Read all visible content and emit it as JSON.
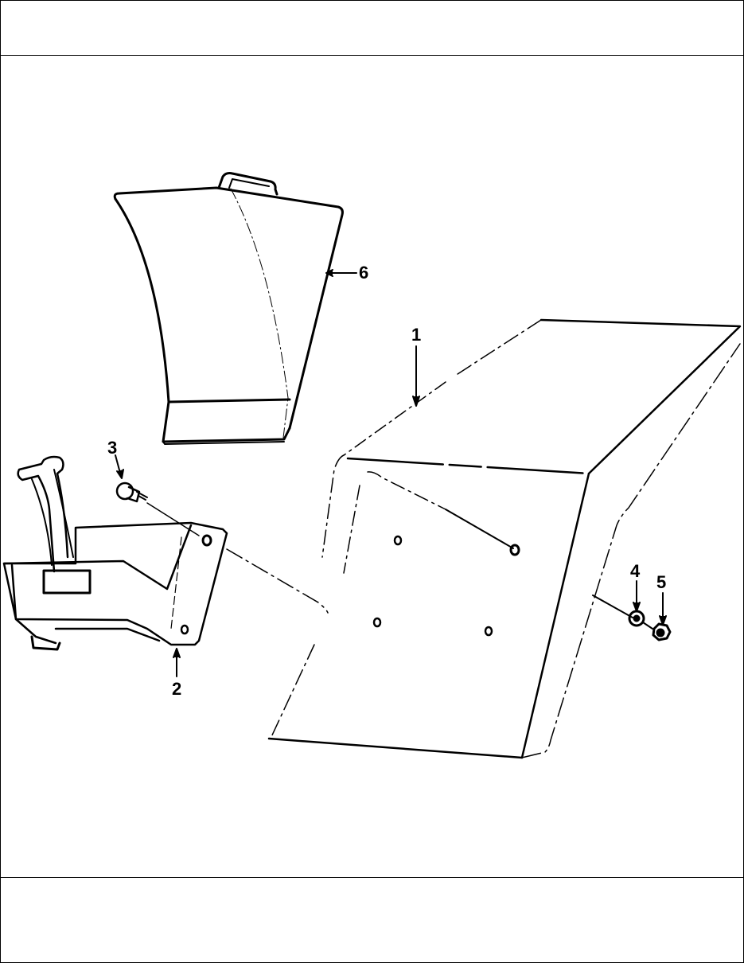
{
  "page": {
    "header": {
      "text": ""
    },
    "footer": {
      "text": ""
    }
  },
  "figure": {
    "type": "exploded-parts-diagram",
    "callouts": [
      {
        "id": "1",
        "label": "1",
        "part": "large housing panel"
      },
      {
        "id": "2",
        "label": "2",
        "part": "bracket with hinge"
      },
      {
        "id": "3",
        "label": "3",
        "part": "bolt"
      },
      {
        "id": "4",
        "label": "4",
        "part": "washer"
      },
      {
        "id": "5",
        "label": "5",
        "part": "nut"
      },
      {
        "id": "6",
        "label": "6",
        "part": "curved shield"
      }
    ]
  },
  "colors": {
    "line": "#000000",
    "background": "#ffffff"
  }
}
